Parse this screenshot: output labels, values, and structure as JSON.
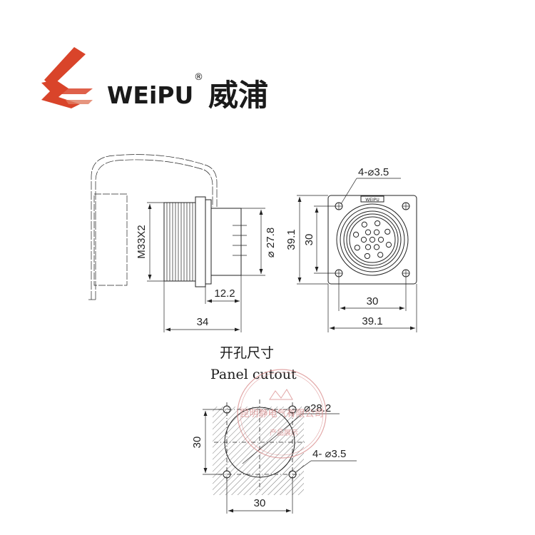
{
  "logo": {
    "brand_latin": "WEiPU",
    "registered_mark": "®",
    "brand_chinese": "威浦",
    "color": "#d9442a"
  },
  "side_view": {
    "thread_label": "M33X2",
    "diameter_label": "⌀ 27.8",
    "flange_to_end": "12.2",
    "overall_length": "34"
  },
  "front_view": {
    "hole_note": "4-⌀3.5",
    "key_label": "WEIPU",
    "height_label": "39.1",
    "hole_spacing_v": "30",
    "hole_spacing_h": "30",
    "width_label": "39.1"
  },
  "panel_cutout": {
    "title_cn": "开孔尺寸",
    "title_en": "Panel cutout",
    "hole_note": "4- ⌀3.5",
    "diameter_label": "⌀28.2",
    "spacing_v": "30",
    "spacing_h": "30"
  },
  "watermark": {
    "text_top": "昆明静电气有限公司",
    "text_bottom": "产品展示",
    "color": "#d98a8a"
  }
}
